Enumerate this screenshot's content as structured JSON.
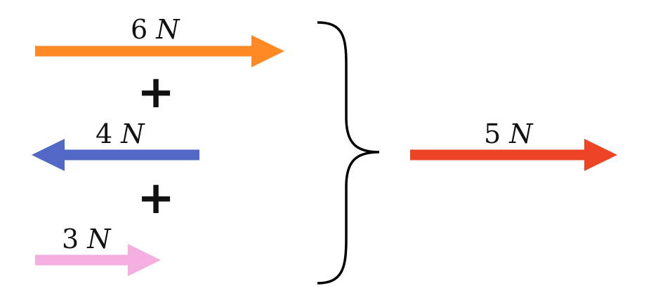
{
  "forces": [
    {
      "magnitude": "6",
      "unit": "N",
      "direction": "right",
      "color": "#FF8A25"
    },
    {
      "magnitude": "4",
      "unit": "N",
      "direction": "left",
      "color": "#5267C6"
    },
    {
      "magnitude": "3",
      "unit": "N",
      "direction": "right",
      "color": "#F5AEE0"
    }
  ],
  "operators": [
    "+",
    "+"
  ],
  "resultant": {
    "magnitude": "5",
    "unit": "N",
    "direction": "right",
    "color": "#EE4426"
  },
  "brace_color": "#000000"
}
